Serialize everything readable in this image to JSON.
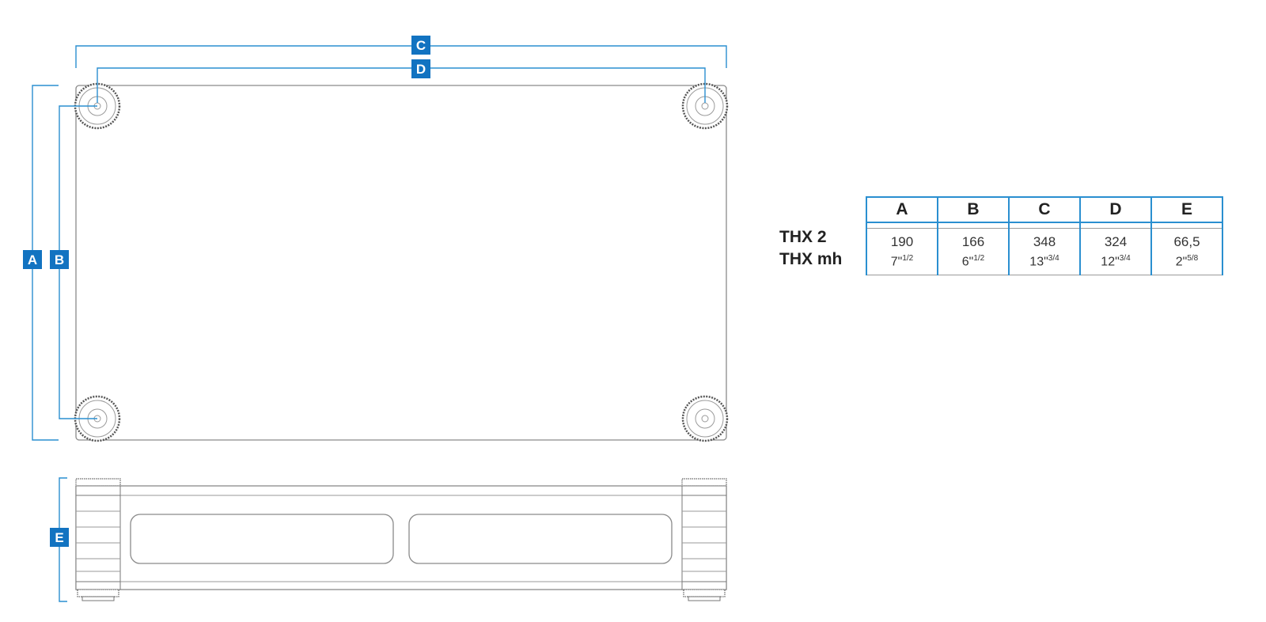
{
  "labels": {
    "A": "A",
    "B": "B",
    "C": "C",
    "D": "D",
    "E": "E"
  },
  "models": [
    "THX 2",
    "THX mh"
  ],
  "table": {
    "headers": [
      "A",
      "B",
      "C",
      "D",
      "E"
    ],
    "mm": [
      "190",
      "166",
      "348",
      "324",
      "66,5"
    ],
    "inch_whole": [
      "7\"",
      "6\"",
      "13\"",
      "12\"",
      "2\""
    ],
    "inch_frac": [
      "1/2",
      "1/2",
      "3/4",
      "3/4",
      "5/8"
    ]
  },
  "colors": {
    "dimension": "#2a8fd0",
    "badge": "#1273c1",
    "outline": "#8a8a8a"
  }
}
